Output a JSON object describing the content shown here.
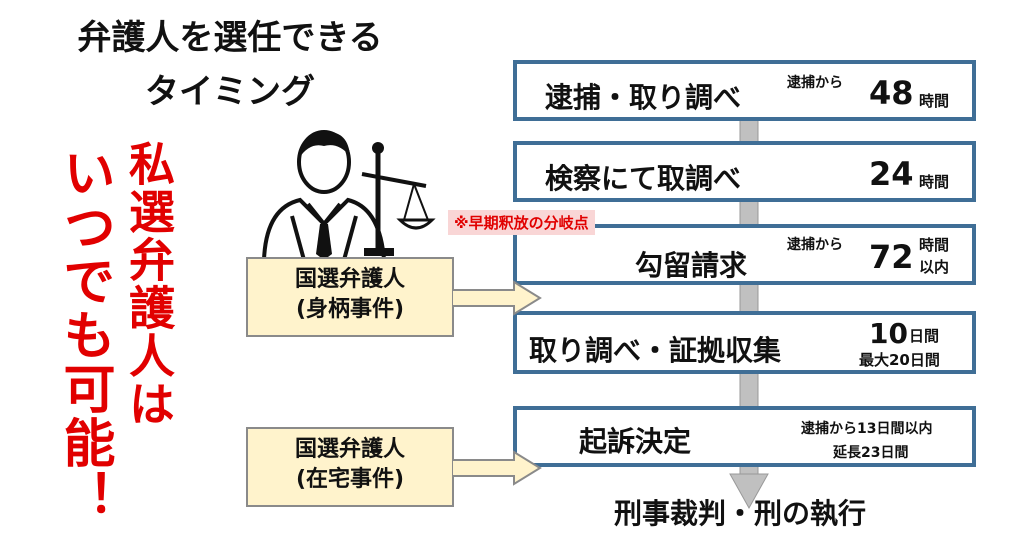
{
  "title": {
    "line1": "弁護人を選任できる",
    "line2": "タイミング"
  },
  "slogan": {
    "col_right": "私選弁護人は",
    "col_left": "いつでも可能！"
  },
  "early_release_note": "※早期釈放の分岐点",
  "steps": [
    {
      "label": "逮捕・取り調べ",
      "prefix": "逮捕から",
      "num": "48",
      "unit": "時間"
    },
    {
      "label": "検察にて取調べ",
      "num": "24",
      "unit": "時間"
    },
    {
      "label": "勾留請求",
      "prefix": "逮捕から",
      "num": "72",
      "unit_line1": "時間",
      "unit_line2": "以内"
    },
    {
      "label": "取り調べ・証拠収集",
      "num": "10",
      "unit": "日間",
      "sub": "最大20日間"
    },
    {
      "label": "起訴決定",
      "line1": "逮捕から13日間以内",
      "line2": "延長23日間"
    }
  ],
  "final_step": "刑事裁判・刑の執行",
  "lawyers": [
    {
      "line1": "国選弁護人",
      "line2": "(身柄事件)"
    },
    {
      "line1": "国選弁護人",
      "line2": "(在宅事件)"
    }
  ],
  "colors": {
    "box_border": "#3f6e96",
    "accent_red": "#e10000",
    "note_bg": "#f9d6d6",
    "yellow": "#fff3cc",
    "arrow_gray": "#c0c0c0"
  },
  "icons": [
    "lawyer-icon",
    "scales-icon"
  ]
}
